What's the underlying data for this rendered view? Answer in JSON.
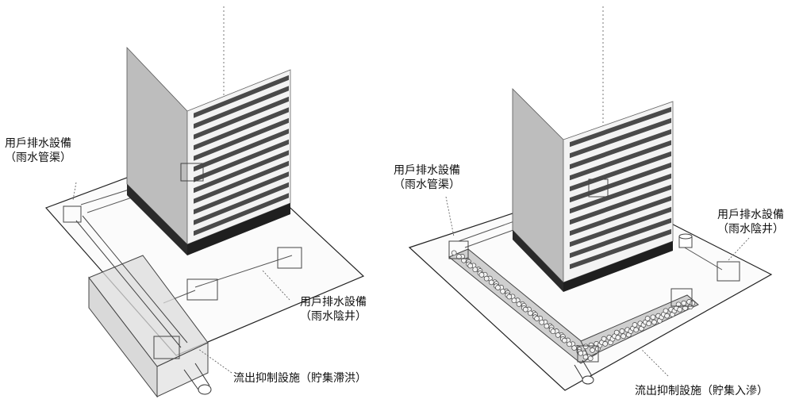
{
  "diagrams": [
    {
      "labels": {
        "drainage_pipe": [
          "用戶排水設備",
          "（雨水管渠）"
        ],
        "drainage_manhole": [
          "用戶排水設備",
          "（雨水陰井）"
        ],
        "facility": "流出抑制設施（貯集滯洪）"
      }
    },
    {
      "labels": {
        "drainage_pipe": [
          "用戶排水設備",
          "（雨水管渠）"
        ],
        "drainage_manhole": [
          "用戶排水設備",
          "（雨水陰井）"
        ],
        "facility": "流出抑制設施（貯集入滲）"
      }
    }
  ],
  "colors": {
    "ink": "#222222",
    "wall_left": "#bdbdbd",
    "wall_right": "#f2f2f2",
    "stripe": "#4a4a4a",
    "base": "#222222",
    "tank": "#d9d9d9",
    "gravel": "#9a9a9a"
  }
}
